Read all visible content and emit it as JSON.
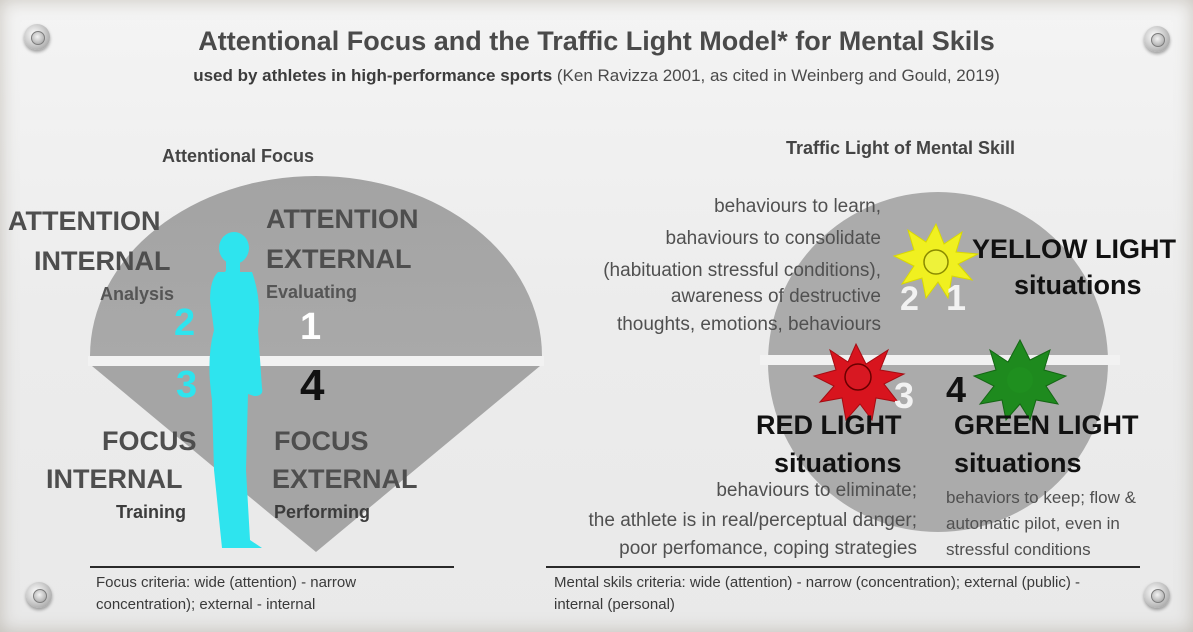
{
  "title": "Attentional Focus and the Traffic Light Model* for Mental Skils",
  "subtitle": {
    "bold": "used by athletes in high-performance sports",
    "rest": " (Ken Ravizza 2001, as cited in Weinberg and Gould, 2019)"
  },
  "left": {
    "header": "Attentional Focus",
    "attention_internal": {
      "line1": "ATTENTION",
      "line2": "INTERNAL",
      "sub": "Analysis"
    },
    "attention_external": {
      "line1": "ATTENTION",
      "line2": "EXTERNAL",
      "sub": "Evaluating"
    },
    "focus_internal": {
      "line1": "FOCUS",
      "line2": "INTERNAL",
      "sub": "Training"
    },
    "focus_external": {
      "line1": "FOCUS",
      "line2": "EXTERNAL",
      "sub": "Performing"
    },
    "numbers": [
      "1",
      "2",
      "3",
      "4"
    ],
    "footer": "Focus criteria: wide (attention) - narrow concentration); external - internal"
  },
  "right": {
    "header": "Traffic Light of Mental Skill",
    "yellow": {
      "line1": "YELLOW LIGHT",
      "line2": "situations",
      "desc": [
        "behaviours to learn,",
        "bahaviours to consolidate",
        "(habituation stressful conditions),",
        "awareness of destructive",
        "thoughts,  emotions, behaviours"
      ]
    },
    "red": {
      "line1": "RED LIGHT",
      "line2": "situations",
      "desc": [
        "behaviours to eliminate;",
        "the athlete is in real/perceptual danger;",
        "poor perfomance, coping strategies"
      ]
    },
    "green": {
      "line1": "GREEN LIGHT",
      "line2": "situations",
      "desc": [
        "behaviors to keep; flow &",
        "automatic pilot, even in",
        "stressful conditions"
      ]
    },
    "numbers": [
      "1",
      "2",
      "3",
      "4"
    ],
    "footer": "Mental skils criteria: wide (attention) - narrow (concentration); external (public) - internal (personal)"
  },
  "colors": {
    "accent_cyan": "#28e1ec",
    "yellow": "#f0f020",
    "red": "#d8141e",
    "green": "#1e8a1e",
    "shape_gray": "#a6a6a6"
  }
}
